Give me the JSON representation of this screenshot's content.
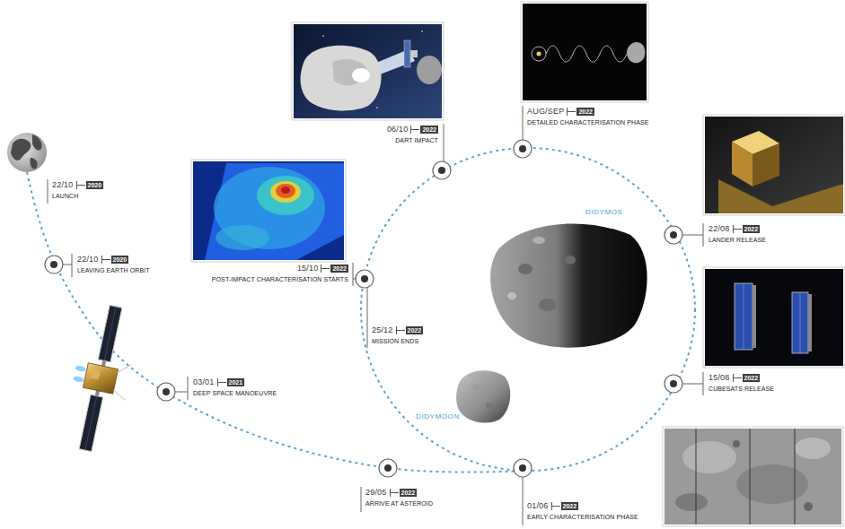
{
  "diagram": {
    "nodes": [
      {
        "text": [
          "22/10",
          "2020",
          "LAUNCH"
        ]
      },
      {
        "text": [
          "22/10",
          "2020",
          "LEAVING EARTH ORBIT"
        ]
      },
      {
        "text": [
          "03/01",
          "2021",
          "DEEP SPACE MANOEUVRE"
        ]
      },
      {
        "text": [
          "29/05",
          "2022",
          "ARRIVE AT ASTEROID"
        ]
      },
      {
        "text": [
          "01/06",
          "2022",
          "EARLY CHARACTERISATION PHASE"
        ]
      },
      {
        "text": [
          "15/08",
          "2022",
          "CUBESATS RELEASE"
        ]
      },
      {
        "text": [
          "22/08",
          "2022",
          "LANDER RELEASE"
        ]
      },
      {
        "text": [
          "AUG/SEP",
          "2022",
          "DETAILED CHARACTERISATION PHASE"
        ]
      },
      {
        "text": [
          "06/10",
          "2022",
          "DART IMPACT"
        ]
      },
      {
        "text": [
          "15/10",
          "2022",
          "POST-IMPACT CHARACTERISATION STARTS"
        ]
      },
      {
        "text": [
          "25/12",
          "2022",
          "MISSION ENDS"
        ]
      }
    ],
    "labels": [
      "DIDYMOS",
      "DIDYMOON"
    ]
  }
}
